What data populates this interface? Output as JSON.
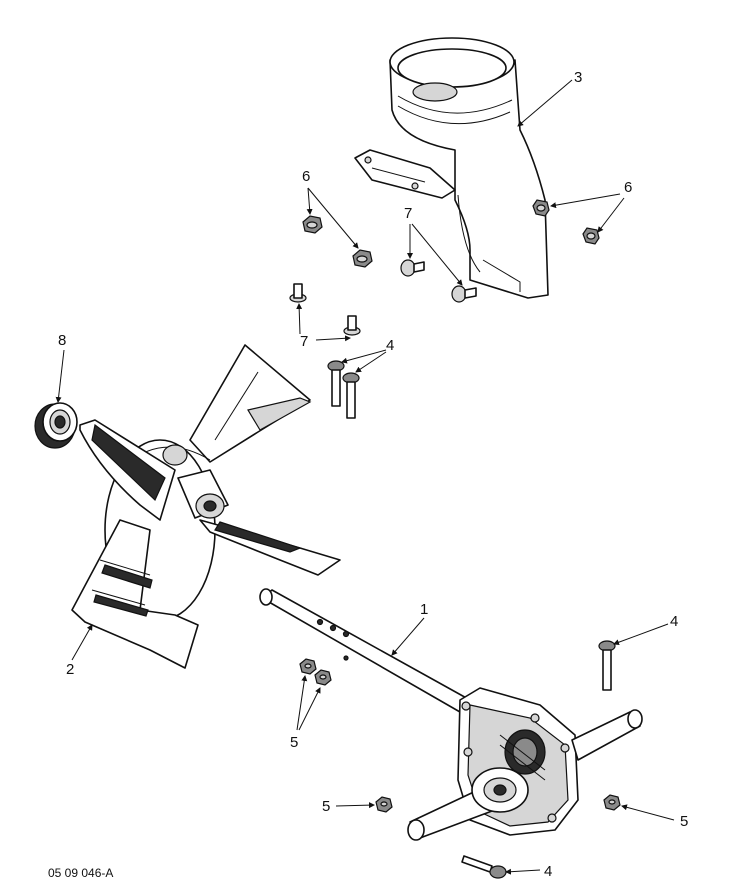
{
  "drawing_id": "05 09 046-A",
  "callouts": {
    "shaft": "1",
    "impeller": "2",
    "chute_adapter": "3",
    "bolt": "4",
    "nut": "5",
    "flange_nut": "6",
    "carriage_bolt": "7",
    "bearing": "8"
  }
}
